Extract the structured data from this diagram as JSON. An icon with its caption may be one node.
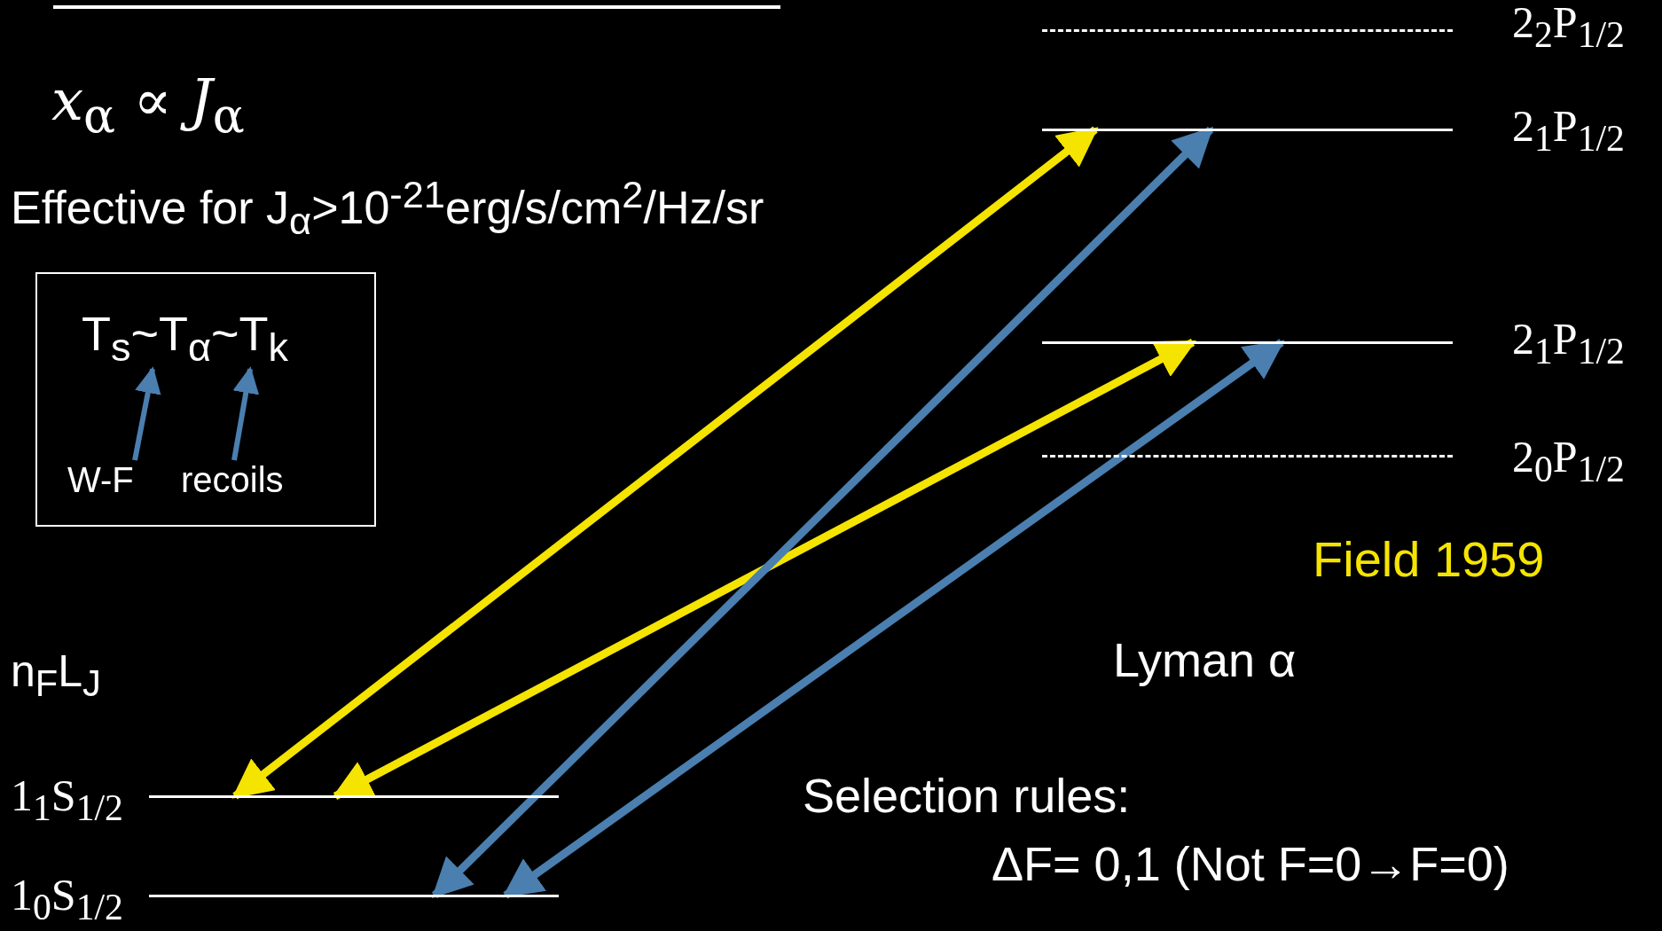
{
  "diagram": {
    "nodes": [
      {
        "text": [
          "2$_{2}$P$_{1/2}$"
        ]
      },
      {
        "text": [
          "2$_{1}$P$_{1/2}$"
        ]
      },
      {
        "text": [],
        "shape": "box"
      },
      {
        "text": [
          "T$_{s}$~T$_{α}$~T$_{k}$"
        ],
        "in": 2
      },
      {
        "text": [
          "W-F"
        ],
        "in": 2
      },
      {
        "text": [
          "recoils"
        ],
        "in": 2
      },
      {
        "text": [
          "2$_{1}$P$_{1/2}$"
        ]
      },
      {
        "text": [
          "2$_{0}$P$_{1/2}$"
        ]
      },
      {
        "text": [
          "1$_{1}$S$_{1/2}$"
        ]
      },
      {
        "text": [
          "1$_{0}$S$_{1/2}$"
        ]
      }
    ],
    "edges": [
      {
        "from": 4,
        "to": 3,
        "arrow": "to",
        "color": "#4a7fb0"
      },
      {
        "from": 5,
        "to": 3,
        "arrow": "to",
        "color": "#4a7fb0"
      },
      {
        "from": 8,
        "to": 1,
        "arrow": "both",
        "color": "#f5e400"
      },
      {
        "from": 8,
        "to": 6,
        "arrow": "both",
        "color": "#f5e400"
      },
      {
        "from": 9,
        "to": 1,
        "arrow": "both",
        "color": "#4a7fb0"
      },
      {
        "from": 9,
        "to": 6,
        "arrow": "both",
        "color": "#4a7fb0"
      }
    ],
    "labels": [
      "*x*$_{α}$ ∝ *J*$_{α}$",
      "Effective for J$_{α}$>10$^{-21}$erg/s/cm$^{2}$/Hz/sr",
      "Field 1959",
      "n$_{F}$L$_{J}$",
      "Lyman α",
      "Selection rules:",
      "ΔF= 0,1 (Not F=0→F=0)"
    ]
  }
}
